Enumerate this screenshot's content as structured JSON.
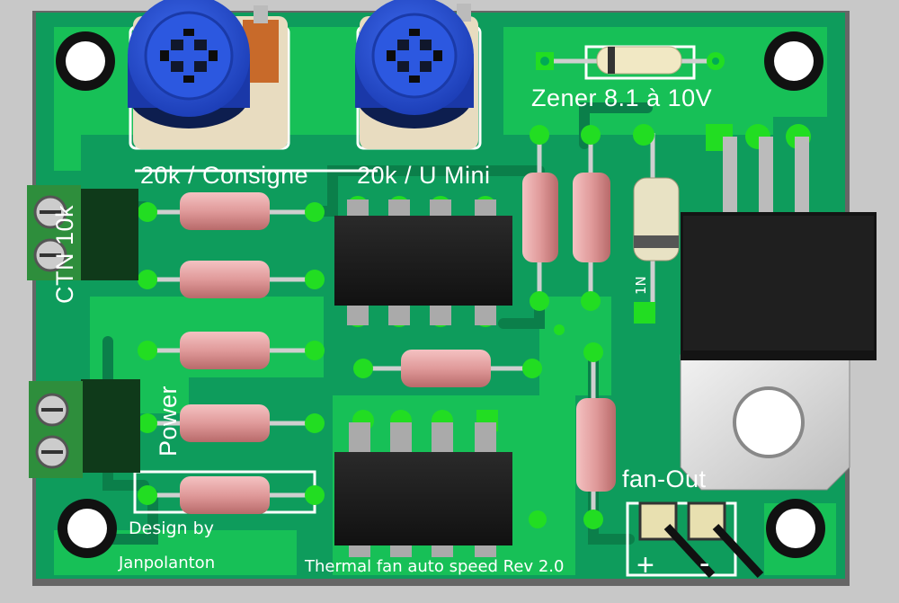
{
  "board": {
    "colors": {
      "background": "#c8c8c8",
      "board_edge": "#6c6c6c",
      "pcb_green": "#0e9c5c",
      "copper_green": "#16c454",
      "pad_green": "#22dd22",
      "resistor_body": "#e4a0a0",
      "ic_body": "#1a1a1a",
      "trimmer_blue": "#2a55d8",
      "terminal_green": "#2e8e3c",
      "silkscreen": "#ffffff"
    },
    "labels": {
      "zener": "Zener 8.1 à 10V",
      "consigne": "20k / Consigne",
      "u_mini": "20k / U Mini",
      "ctn": "CTN 10k",
      "power": "Power",
      "fan_out": "fan-Out",
      "plus": "+",
      "minus": "-",
      "design_by": "Design by",
      "author": "Janpolanton",
      "title": "Thermal fan auto speed Rev 2.0",
      "diode": "1N"
    },
    "icons": {
      "trimmers": "potentiometer-icon",
      "ics": "dip8-ic-icon",
      "regulator": "to220-regulator-icon",
      "connectors": "screw-terminal-icon"
    }
  }
}
